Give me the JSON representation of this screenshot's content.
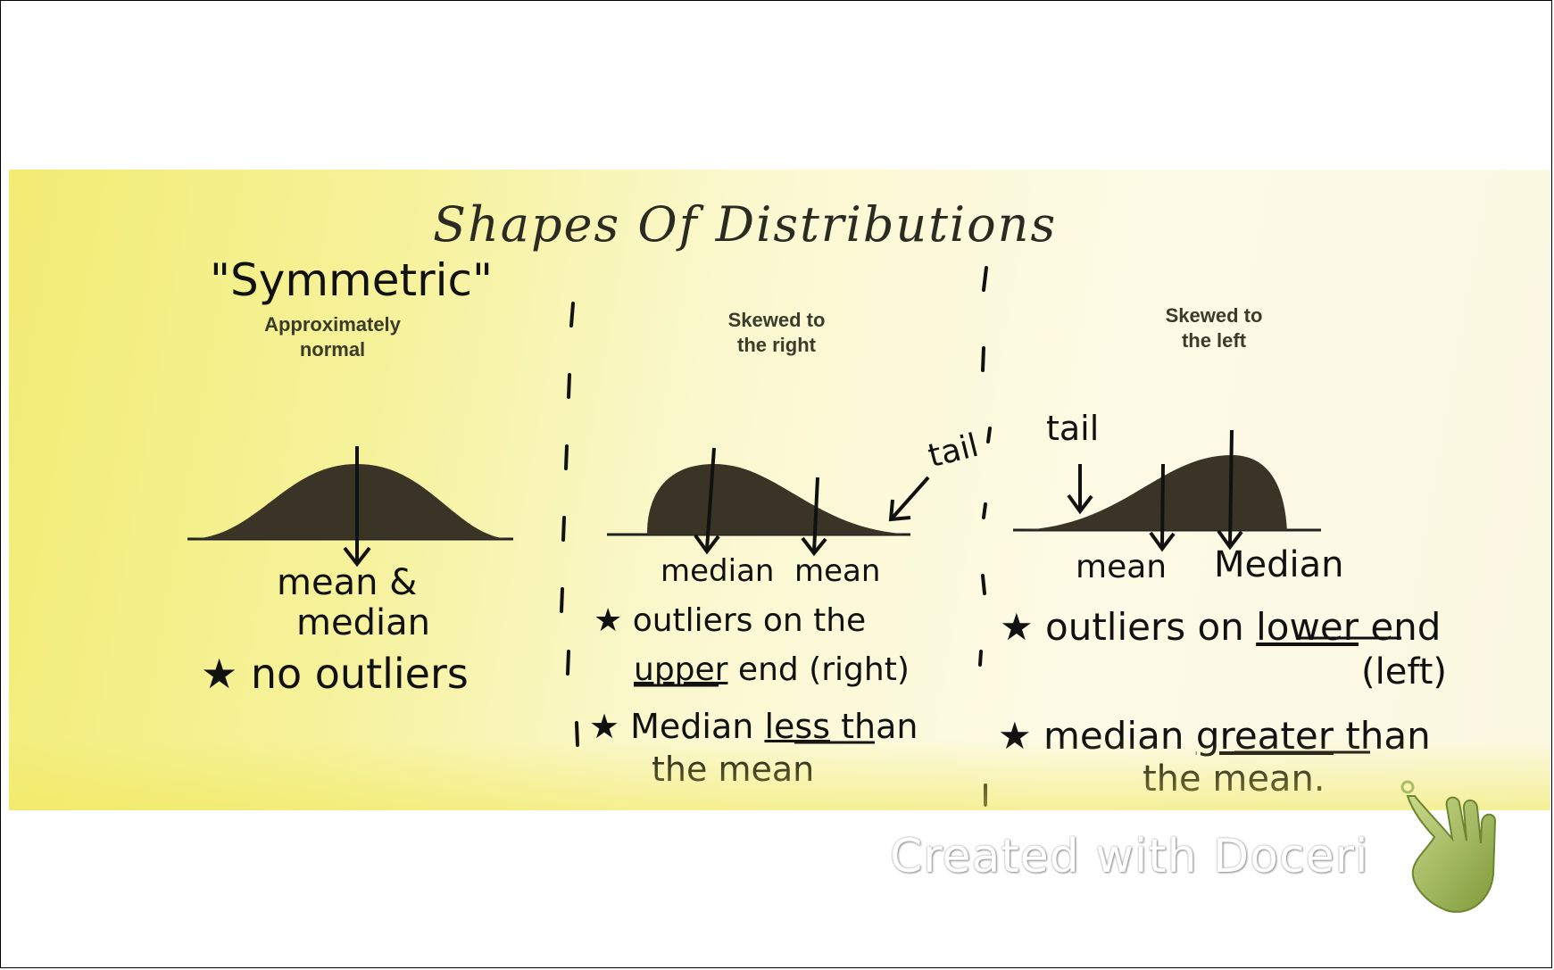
{
  "title": "Shapes Of Distributions",
  "columns": [
    {
      "heading": "\"Symmetric\"",
      "printed_label_line1": "Approximately",
      "printed_label_line2": "normal",
      "arrow_label_line1": "mean &",
      "arrow_label_line2": "median",
      "note1": "★ no outliers"
    },
    {
      "printed_label_line1": "Skewed to",
      "printed_label_line2": "the right",
      "tail_label": "tail",
      "arrow_label_left": "median",
      "arrow_label_right": "mean",
      "note1_prefix": "★ outliers on the",
      "note1_underlined": "upper",
      "note1_suffix": "end (right)",
      "note2_prefix": "★ Median",
      "note2_underlined": "less",
      "note2_suffix": "than",
      "note2_line2": "the mean"
    },
    {
      "printed_label_line1": "Skewed to",
      "printed_label_line2": "the left",
      "tail_label": "tail",
      "arrow_label_left": "mean",
      "arrow_label_right": "Median",
      "note1_prefix": "★ outliers on",
      "note1_underlined": "lower",
      "note1_suffix": "end",
      "note1_line2": "(left)",
      "note2_prefix": "★ median",
      "note2_underlined": "greater",
      "note2_suffix": "than",
      "note2_line2": "the mean."
    }
  ],
  "watermark": "Created with Doceri",
  "icons": [
    "pointing-hand-icon",
    "arrow-icon",
    "star-icon"
  ],
  "colors": {
    "paper": "#fbf8cf",
    "highlighter": "#f2ec73",
    "curve_fill": "#3a3426",
    "ink": "#111111"
  }
}
